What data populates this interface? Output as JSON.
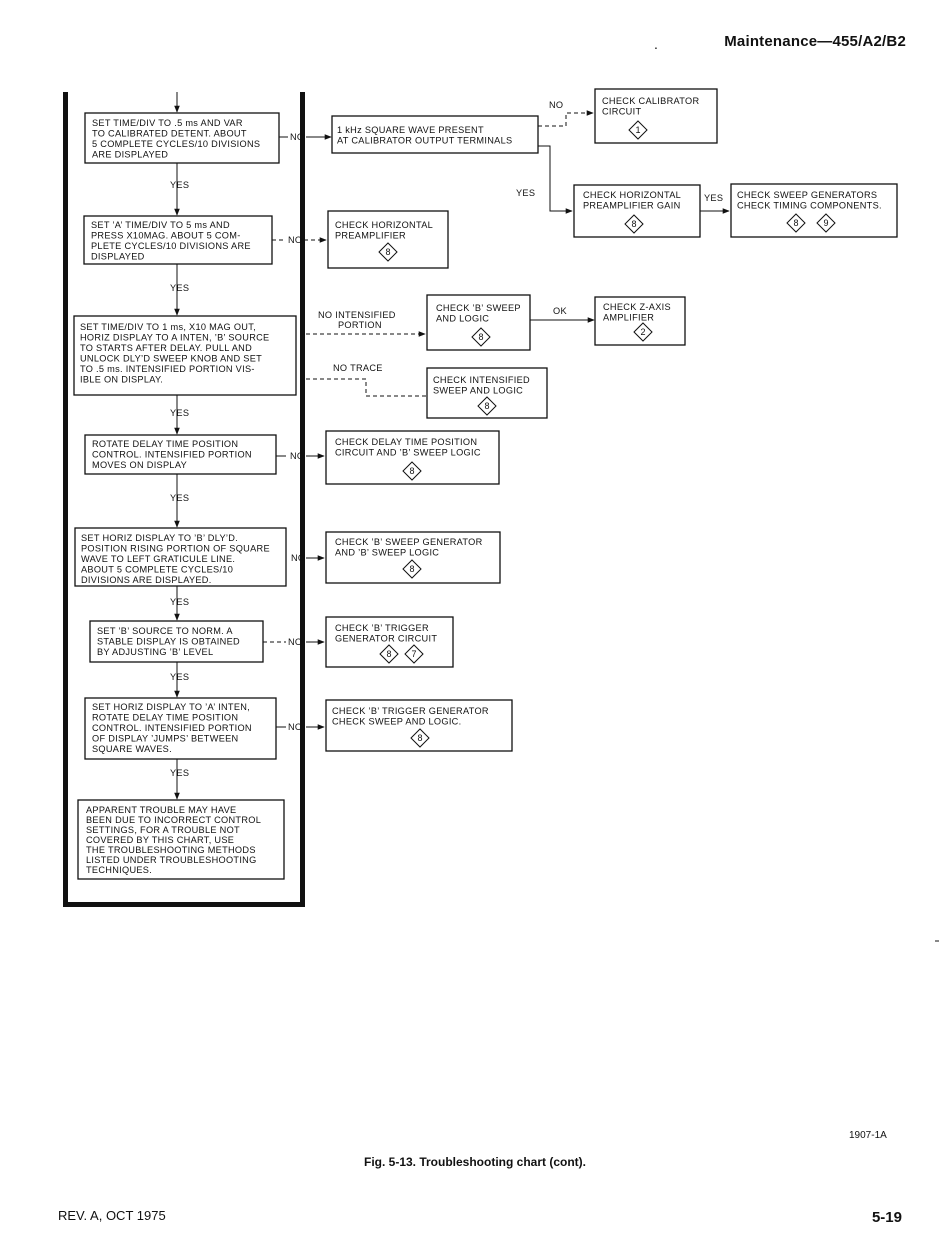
{
  "header": {
    "title": "Maintenance—455/A2/B2",
    "dot": "."
  },
  "labels": {
    "no": "NO",
    "yes": "YES",
    "ok": "OK",
    "no_intensified": [
      "NO INTENSIFIED",
      "PORTION"
    ],
    "no_trace": "NO TRACE"
  },
  "steps": [
    [
      "SET TIME/DIV TO .5 ms AND VAR",
      "TO CALIBRATED DETENT.  ABOUT",
      "5 COMPLETE CYCLES/10 DIVISIONS",
      "ARE DISPLAYED"
    ],
    [
      "SET ’A’ TIME/DIV TO 5 ms AND",
      "PRESS X10MAG.  ABOUT 5 COM-",
      "PLETE CYCLES/10 DIVISIONS ARE",
      "DISPLAYED"
    ],
    [
      "SET TIME/DIV TO 1 ms, X10 MAG OUT,",
      "HORIZ DISPLAY TO A INTEN, ’B’ SOURCE",
      "TO STARTS AFTER DELAY.  PULL AND",
      "UNLOCK DLY’D SWEEP KNOB AND SET",
      "TO .5 ms.  INTENSIFIED PORTION VIS-",
      "IBLE ON DISPLAY."
    ],
    [
      "ROTATE DELAY TIME POSITION",
      "CONTROL.  INTENSIFIED PORTION",
      "MOVES ON DISPLAY"
    ],
    [
      "SET HORIZ DISPLAY TO ’B’ DLY’D.",
      "POSITION RISING PORTION OF SQUARE",
      "WAVE TO LEFT GRATICULE LINE.",
      "ABOUT 5 COMPLETE CYCLES/10",
      "DIVISIONS ARE DISPLAYED."
    ],
    [
      "SET ’B’ SOURCE TO NORM.  A",
      "STABLE DISPLAY IS OBTAINED",
      "BY ADJUSTING ’B’ LEVEL"
    ],
    [
      "SET HORIZ DISPLAY TO ’A’ INTEN,",
      "ROTATE DELAY TIME POSITION",
      "CONTROL.  INTENSIFIED PORTION",
      "OF DISPLAY ’JUMPS’ BETWEEN",
      "SQUARE WAVES."
    ],
    [
      "APPARENT TROUBLE MAY HAVE",
      "BEEN DUE TO INCORRECT CONTROL",
      "SETTINGS, FOR A TROUBLE NOT",
      "COVERED BY THIS CHART, USE",
      "THE TROUBLESHOOTING METHODS",
      "LISTED UNDER TROUBLESHOOTING",
      "TECHNIQUES."
    ]
  ],
  "checks": [
    {
      "lines": [
        "1 kHz SQUARE WAVE PRESENT",
        "AT CALIBRATOR OUTPUT TERMINALS"
      ],
      "refs": []
    },
    {
      "lines": [
        "CHECK CALIBRATOR",
        "CIRCUIT"
      ],
      "refs": [
        "1"
      ]
    },
    {
      "lines": [
        "CHECK HORIZONTAL",
        "PREAMPLIFIER GAIN"
      ],
      "refs": [
        "8"
      ]
    },
    {
      "lines": [
        "CHECK SWEEP GENERATORS",
        "CHECK TIMING COMPONENTS."
      ],
      "refs": [
        "8",
        "9"
      ]
    },
    {
      "lines": [
        "CHECK HORIZONTAL",
        "PREAMPLIFIER"
      ],
      "refs": [
        "8"
      ]
    },
    {
      "lines": [
        "CHECK ’B’ SWEEP",
        "AND LOGIC"
      ],
      "refs": [
        "8"
      ]
    },
    {
      "lines": [
        "CHECK Z-AXIS",
        "AMPLIFIER"
      ],
      "refs": [
        "2"
      ]
    },
    {
      "lines": [
        "CHECK INTENSIFIED",
        "SWEEP AND LOGIC"
      ],
      "refs": [
        "8"
      ]
    },
    {
      "lines": [
        "CHECK DELAY TIME POSITION",
        "CIRCUIT AND ’B’ SWEEP LOGIC"
      ],
      "refs": [
        "8"
      ]
    },
    {
      "lines": [
        "CHECK ’B’ SWEEP GENERATOR",
        "AND ’B’ SWEEP LOGIC"
      ],
      "refs": [
        "8"
      ]
    },
    {
      "lines": [
        "CHECK ’B’ TRIGGER",
        "GENERATOR CIRCUIT"
      ],
      "refs": [
        "8",
        "7"
      ]
    },
    {
      "lines": [
        "CHECK ’B’ TRIGGER GENERATOR",
        "CHECK SWEEP AND LOGIC."
      ],
      "refs": [
        "8"
      ]
    }
  ],
  "figure_code": "1907-1A",
  "caption": "Fig. 5-13.  Troubleshooting chart (cont).",
  "footer": {
    "revision": "REV. A, OCT 1975",
    "page": "5-19"
  }
}
